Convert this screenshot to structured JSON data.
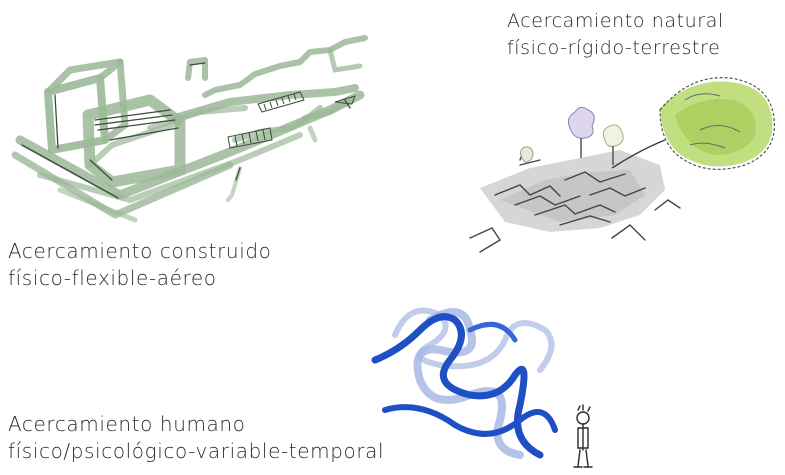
{
  "captions": {
    "natural": {
      "line1": "Acercamiento natural",
      "line2": "físico-rígido-terrestre"
    },
    "built": {
      "line1": "Acercamiento construido",
      "line2": "físico-flexible-aéreo"
    },
    "human": {
      "line1": "Acercamiento humano",
      "line2": "físico/psicológico-variable-temporal"
    }
  },
  "colors": {
    "built_green": "#9bb898",
    "built_dark": "#3e4a3e",
    "natural_gray": "#b8b8b8",
    "natural_lime": "#b6d96b",
    "human_blue_dark": "#1f4fc4",
    "human_blue_light": "#a8b8e4",
    "ink": "#2a2a2a"
  }
}
